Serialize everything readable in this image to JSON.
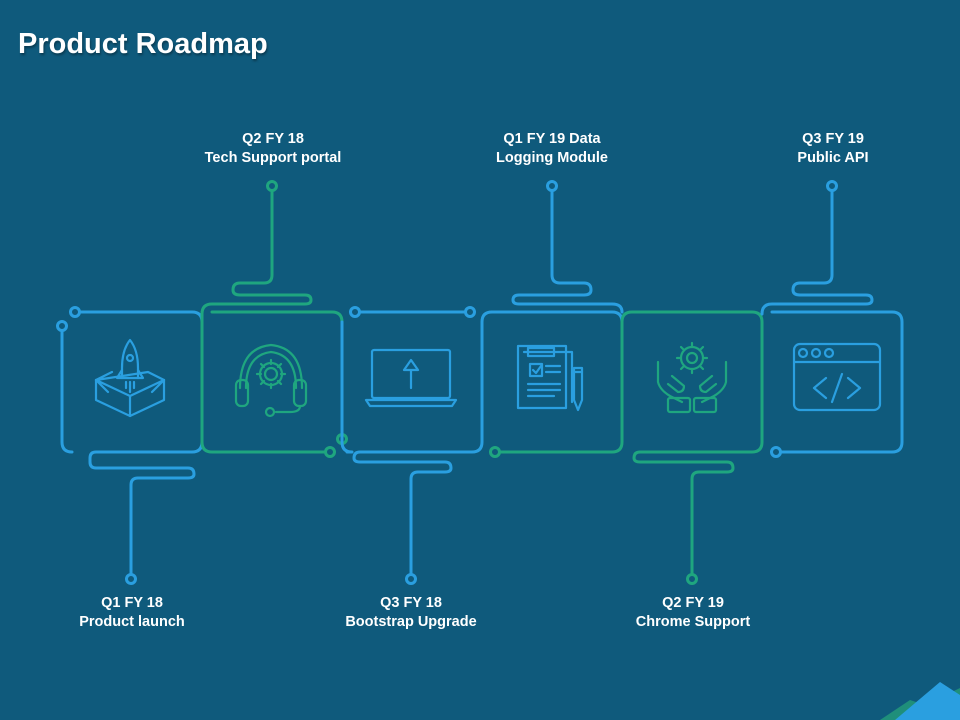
{
  "title": "Product Roadmap",
  "colors": {
    "background": "#0f5a7c",
    "blue": "#2a9fe0",
    "green": "#1fa67f",
    "text": "#ffffff"
  },
  "milestones": [
    {
      "line1": "Q1 FY 18",
      "line2": "Product launch",
      "icon": "rocket-box-icon",
      "color": "blue",
      "position": "bottom"
    },
    {
      "line1": "Q2 FY 18",
      "line2": "Tech Support portal",
      "icon": "headset-gear-icon",
      "color": "green",
      "position": "top"
    },
    {
      "line1": "Q3 FY 18",
      "line2": "Bootstrap Upgrade",
      "icon": "laptop-upload-icon",
      "color": "blue",
      "position": "bottom"
    },
    {
      "line1": "Q1 FY 19 Data",
      "line2": "Logging Module",
      "icon": "document-checklist-icon",
      "color": "blue",
      "position": "top"
    },
    {
      "line1": "Q2 FY 19",
      "line2": "Chrome Support",
      "icon": "hands-gear-icon",
      "color": "green",
      "position": "bottom"
    },
    {
      "line1": "Q3 FY 19",
      "line2": "Public API",
      "icon": "code-window-icon",
      "color": "blue",
      "position": "top"
    }
  ]
}
